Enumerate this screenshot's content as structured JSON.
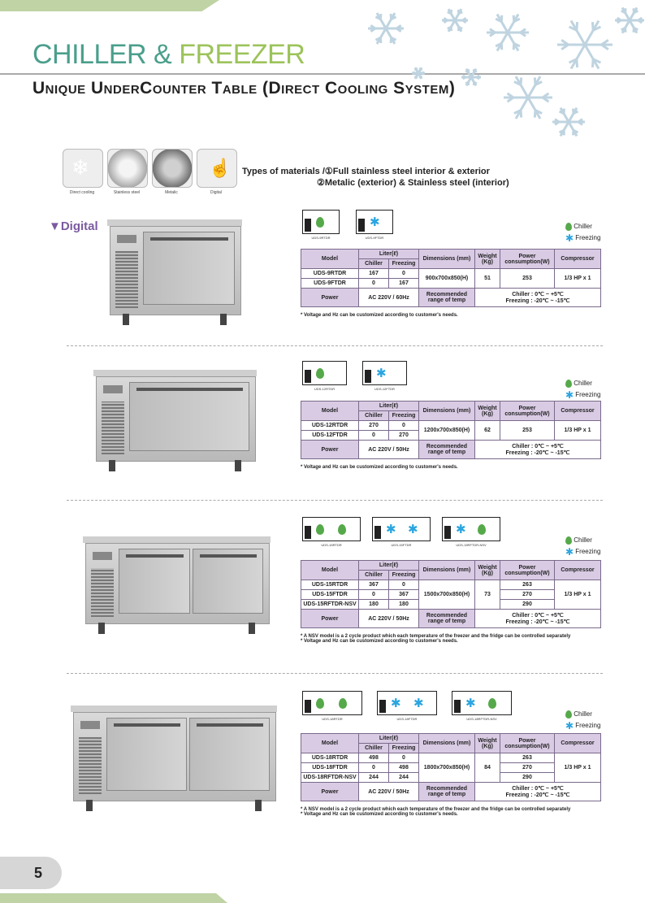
{
  "header": {
    "title_part1": "CHILLER & ",
    "title_part2": "FREEZER",
    "subtitle": "Unique UnderCounter Table (Direct Cooling System)"
  },
  "materials": {
    "labels": [
      "Direct cooling",
      "Stainless steel",
      "Metalic",
      "Digital"
    ],
    "types_label": "Types of materials /",
    "line1": "①Full stainless steel interior & exterior",
    "line2": "②Metalic (exterior) & Stainless steel (interior)"
  },
  "section_label": "▼Digital",
  "legend": {
    "chiller": "Chiller",
    "freezing": "Freezing"
  },
  "colors": {
    "chiller": "#56a94a",
    "freezing": "#2aa5e0",
    "header_cell": "#d9cbe4",
    "title_teal": "#4a9f8c",
    "title_green": "#9cc35a"
  },
  "table_headers": {
    "model": "Model",
    "liter": "Liter(ℓ)",
    "chiller": "Chiller",
    "freezing": "Freezing",
    "dimensions": "Dimensions (mm)",
    "weight": "Weight (Kg)",
    "power_consumption": "Power consumption(W)",
    "compressor": "Compressor",
    "power": "Power",
    "temp": "Recommended range of temp"
  },
  "products": [
    {
      "cell_labels": [
        "UDS-9RTDR",
        "UDS-9FTDR"
      ],
      "rows": [
        {
          "model": "UDS-9RTDR",
          "chiller": "167",
          "freezing": "0"
        },
        {
          "model": "UDS-9FTDR",
          "chiller": "0",
          "freezing": "167"
        }
      ],
      "dimensions": "900x700x850(H)",
      "weight": "51",
      "power_w": [
        "253"
      ],
      "compressor": "1/3 HP x 1",
      "power": "AC 220V / 60Hz",
      "temp_chiller": "Chiller : 0℃ ~ +5℃",
      "temp_freezing": "Freezing : -20℃ ~ -15℃",
      "notes": [
        "* Voltage and Hz can be customized according to customer's needs."
      ]
    },
    {
      "cell_labels": [
        "UDS-12RTDR",
        "UDS-12FTDR"
      ],
      "rows": [
        {
          "model": "UDS-12RTDR",
          "chiller": "270",
          "freezing": "0"
        },
        {
          "model": "UDS-12FTDR",
          "chiller": "0",
          "freezing": "270"
        }
      ],
      "dimensions": "1200x700x850(H)",
      "weight": "62",
      "power_w": [
        "253"
      ],
      "compressor": "1/3 HP x 1",
      "power": "AC 220V / 50Hz",
      "temp_chiller": "Chiller : 0℃ ~ +5℃",
      "temp_freezing": "Freezing : -20℃ ~ -15℃",
      "notes": [
        "* Voltage and Hz can be customized according to customer's needs."
      ]
    },
    {
      "cell_labels": [
        "UDS-15RTDR",
        "UDS-15FTDR",
        "UDS-15RFTDR-NSV"
      ],
      "rows": [
        {
          "model": "UDS-15RTDR",
          "chiller": "367",
          "freezing": "0"
        },
        {
          "model": "UDS-15FTDR",
          "chiller": "0",
          "freezing": "367"
        },
        {
          "model": "UDS-15RFTDR-NSV",
          "chiller": "180",
          "freezing": "180"
        }
      ],
      "dimensions": "1500x700x850(H)",
      "weight": "73",
      "power_w": [
        "263",
        "270",
        "290"
      ],
      "compressor": "1/3 HP x 1",
      "power": "AC 220V / 50Hz",
      "temp_chiller": "Chiller : 0℃ ~ +5℃",
      "temp_freezing": "Freezing : -20℃ ~ -15℃",
      "notes": [
        "* A NSV model is a 2 cycle product which each temperature of the freezer and the fridge can be controlled separately",
        "* Voltage and Hz can be customized according to customer's needs."
      ]
    },
    {
      "cell_labels": [
        "UDS-18RTDR",
        "UDS-18FTDR",
        "UDS-18RFTDR-NSV"
      ],
      "rows": [
        {
          "model": "UDS-18RTDR",
          "chiller": "498",
          "freezing": "0"
        },
        {
          "model": "UDS-18FTDR",
          "chiller": "0",
          "freezing": "498"
        },
        {
          "model": "UDS-18RFTDR-NSV",
          "chiller": "244",
          "freezing": "244"
        }
      ],
      "dimensions": "1800x700x850(H)",
      "weight": "84",
      "power_w": [
        "263",
        "270",
        "290"
      ],
      "compressor": "1/3 HP x 1",
      "power": "AC 220V / 50Hz",
      "temp_chiller": "Chiller : 0℃ ~ +5℃",
      "temp_freezing": "Freezing : -20℃ ~ -15℃",
      "notes": [
        "* A NSV model is a 2 cycle product which each temperature of the freezer and the fridge can be controlled separately",
        "* Voltage and Hz can be customized according to customer's needs."
      ]
    }
  ],
  "page_number": "5"
}
